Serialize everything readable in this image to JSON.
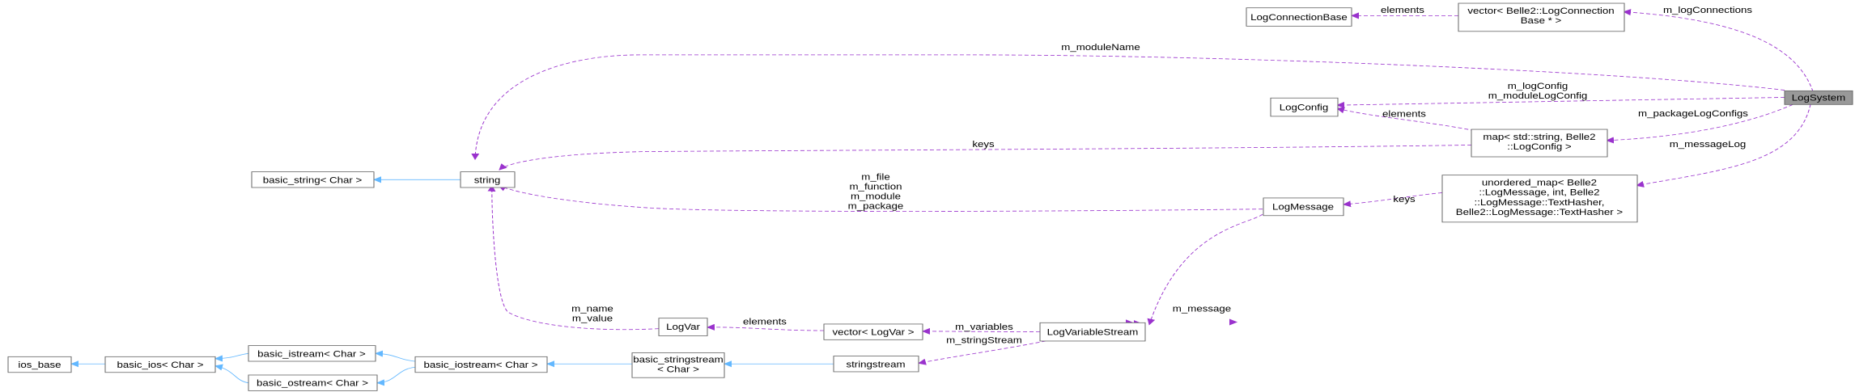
{
  "colors": {
    "usage_edge": "#9a32cd",
    "inheritance_edge": "#63b8ff",
    "node_border": "#666666",
    "highlight_fill": "#999999"
  },
  "nodes": {
    "logsystem": [
      "LogSystem"
    ],
    "logconnectionbase": [
      "LogConnectionBase"
    ],
    "vector_logconnection": [
      "vector< Belle2::LogConnection",
      "Base * >"
    ],
    "logconfig": [
      "LogConfig"
    ],
    "map_logconfig": [
      "map< std::string, Belle2",
      "::LogConfig >"
    ],
    "unordered_map": [
      "unordered_map< Belle2",
      "::LogMessage, int, Belle2",
      "::LogMessage::TextHasher,",
      "Belle2::LogMessage::TextHasher >"
    ],
    "logmessage": [
      "LogMessage"
    ],
    "string": [
      "string"
    ],
    "basic_string": [
      "basic_string< Char >"
    ],
    "logvar": [
      "LogVar"
    ],
    "vector_logvar": [
      "vector< LogVar >"
    ],
    "logvariablestream": [
      "LogVariableStream"
    ],
    "stringstream": [
      "stringstream"
    ],
    "basic_stringstream": [
      "basic_stringstream",
      "< Char >"
    ],
    "basic_iostream": [
      "basic_iostream< Char >"
    ],
    "basic_istream": [
      "basic_istream< Char >"
    ],
    "basic_ostream": [
      "basic_ostream< Char >"
    ],
    "basic_ios": [
      "basic_ios< Char >"
    ],
    "ios_base": [
      "ios_base"
    ]
  },
  "edge_labels": {
    "m_logConnections": [
      "m_logConnections"
    ],
    "elements_logconnection": [
      "elements"
    ],
    "m_moduleName": [
      "m_moduleName"
    ],
    "m_logConfig": [
      "m_logConfig",
      "m_moduleLogConfig"
    ],
    "m_packageLogConfigs": [
      "m_packageLogConfigs"
    ],
    "elements_logconfig": [
      "elements"
    ],
    "keys_map": [
      "keys"
    ],
    "m_messageLog": [
      "m_messageLog"
    ],
    "keys_unordered": [
      "keys"
    ],
    "logmessage_string": [
      "m_file",
      "m_function",
      "m_module",
      "m_package"
    ],
    "m_message": [
      "m_message"
    ],
    "logvar_string": [
      "m_name",
      "m_value"
    ],
    "elements_logvar": [
      "elements"
    ],
    "m_variables": [
      "m_variables"
    ],
    "m_stringStream": [
      "m_stringStream"
    ]
  }
}
